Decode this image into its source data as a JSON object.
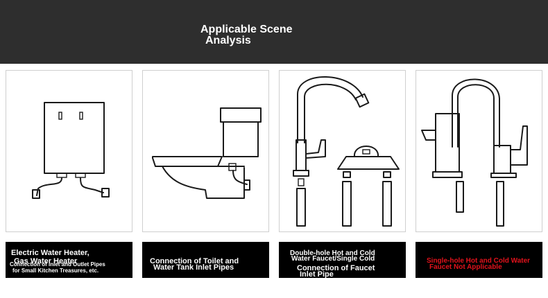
{
  "header": {
    "title_line1": "Applicable Scene",
    "title_line2": "Analysis",
    "background": "#2e2e2e"
  },
  "panels": [
    {
      "illustration": "water-heater-illustration"
    },
    {
      "illustration": "toilet-illustration"
    },
    {
      "illustration": "double-hole-faucet-illustration"
    },
    {
      "illustration": "single-hole-faucet-illustration"
    }
  ],
  "captions": [
    {
      "line1": "Electric Water Heater,",
      "line2": "Gas Water Heater",
      "line3": "Connection of Inlet and Outlet Pipes",
      "line4": "for Small Kitchen Treasures, etc."
    },
    {
      "line1": "Connection of Toilet and",
      "line2": "Water Tank Inlet Pipes"
    },
    {
      "line1": "Double-hole Hot and Cold",
      "line2": "Water Faucet/Single Cold",
      "line3": "Connection of Faucet",
      "line4": "Inlet Pipe"
    },
    {
      "line1": "Single-hole Hot and Cold Water",
      "line2": "Faucet Not Applicable",
      "color": "#e3121b"
    }
  ]
}
